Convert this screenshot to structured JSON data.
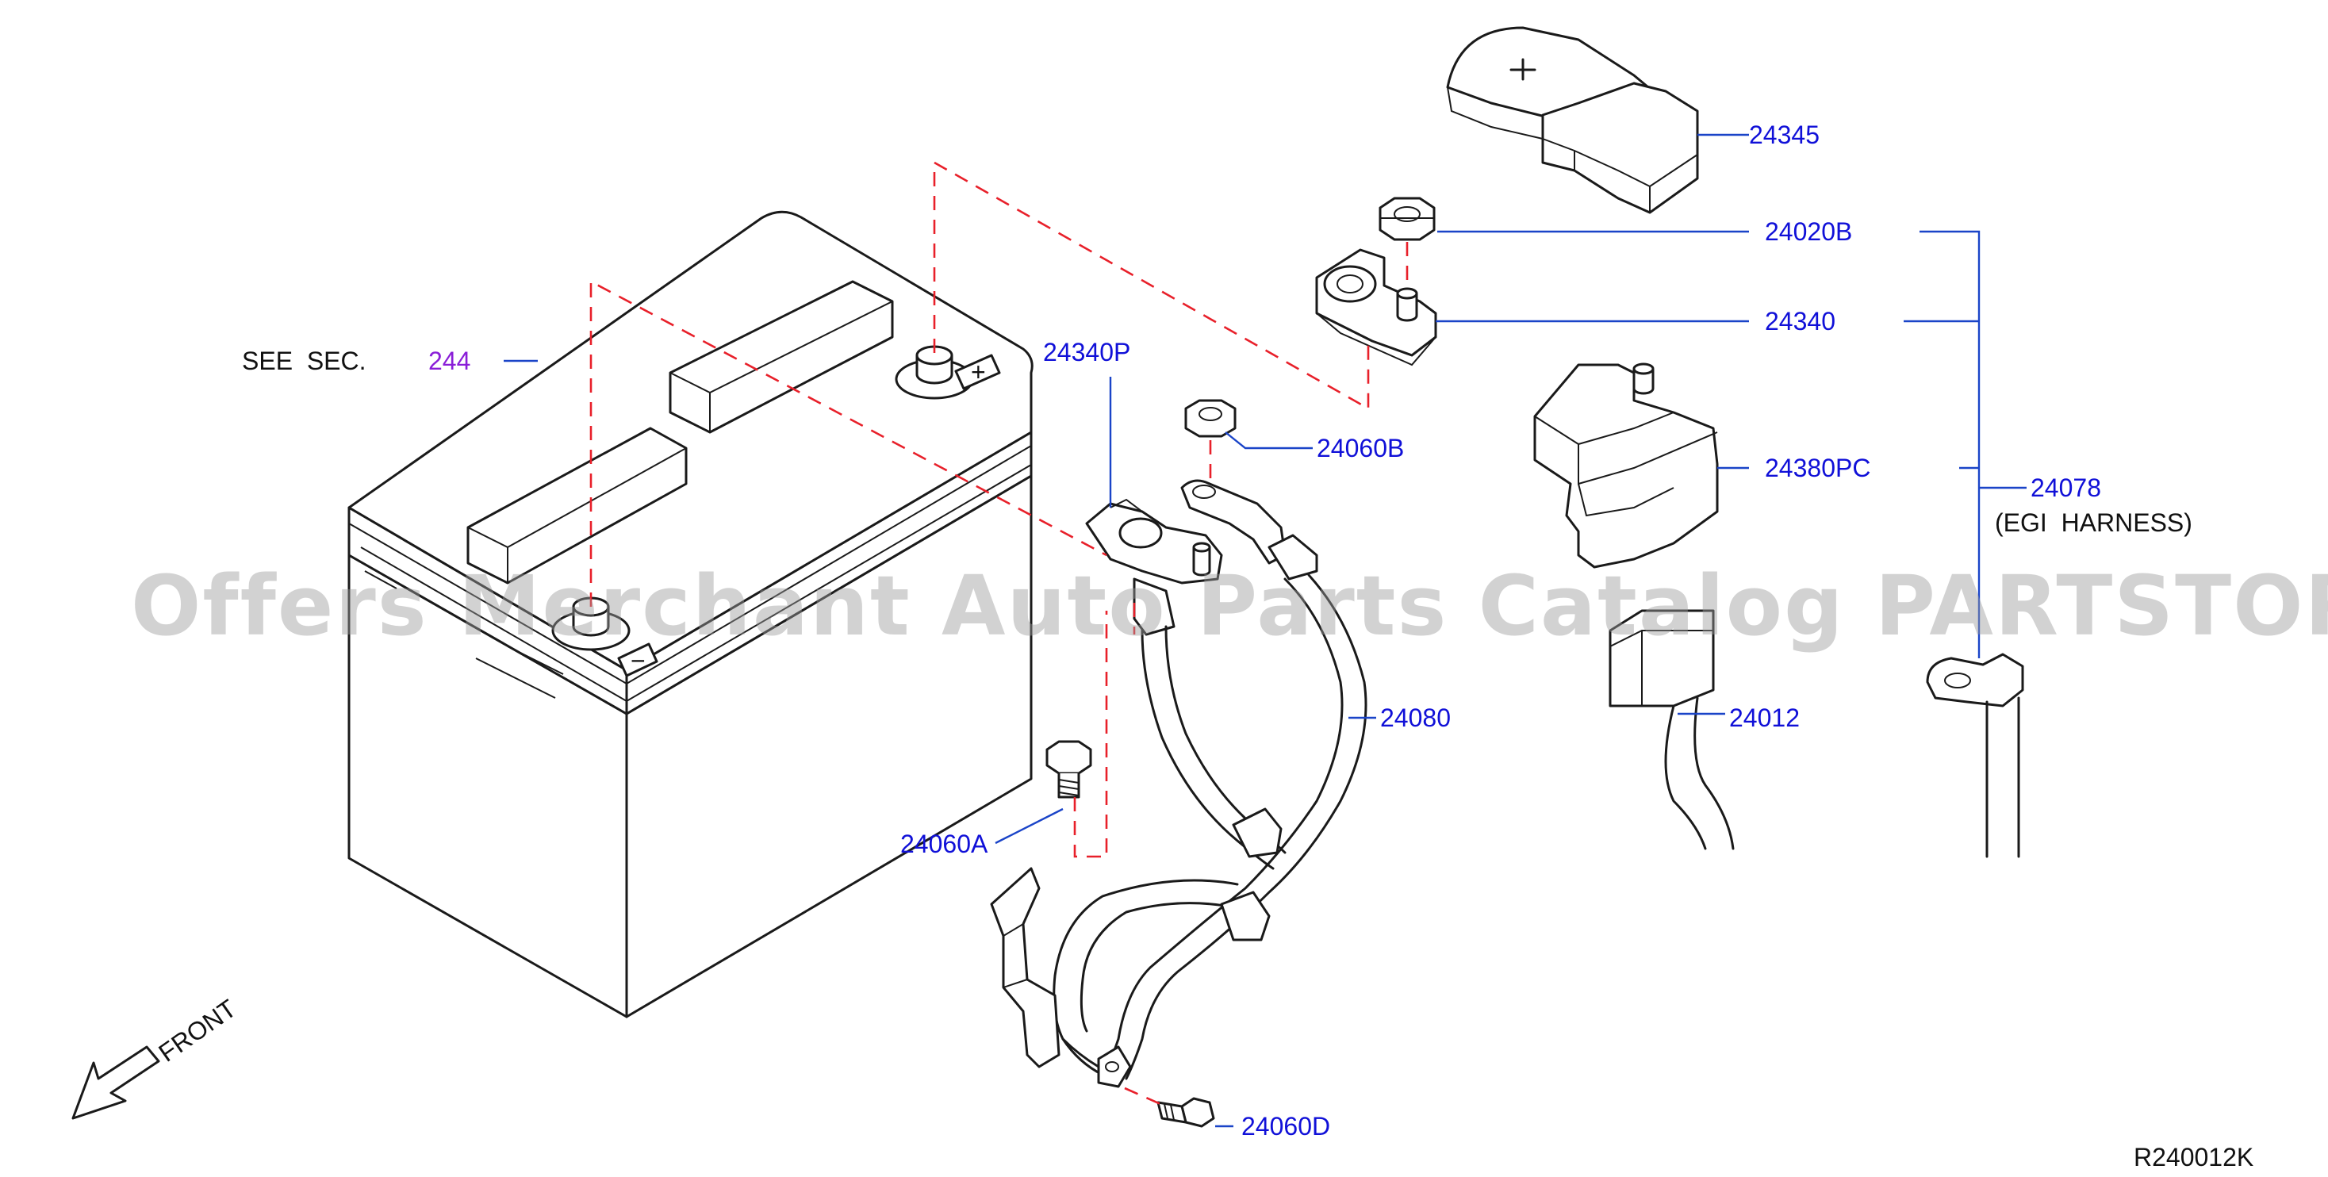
{
  "watermark": "Offers Merchant Auto Parts Catalog PARTSTORE.SA",
  "see_sec": {
    "text": "SEE  SEC.",
    "ref": "244"
  },
  "labels": {
    "p24345": "24345",
    "p24020B": "24020B",
    "p24340": "24340",
    "p24340P": "24340P",
    "p24060B": "24060B",
    "p24380PC": "24380PC",
    "p24078": "24078",
    "p24078_note": "(EGI  HARNESS)",
    "p24080": "24080",
    "p24012": "24012",
    "p24060A": "24060A",
    "p24060D": "24060D"
  },
  "battery_marks": {
    "positive": "+",
    "negative": "−"
  },
  "front": "FRONT",
  "diagram_code": "R240012K",
  "colors": {
    "part_label": "#1010d8",
    "reference": "#8a1ed8",
    "leader": "#1a44c8",
    "dashed_guide": "#e8202a"
  }
}
